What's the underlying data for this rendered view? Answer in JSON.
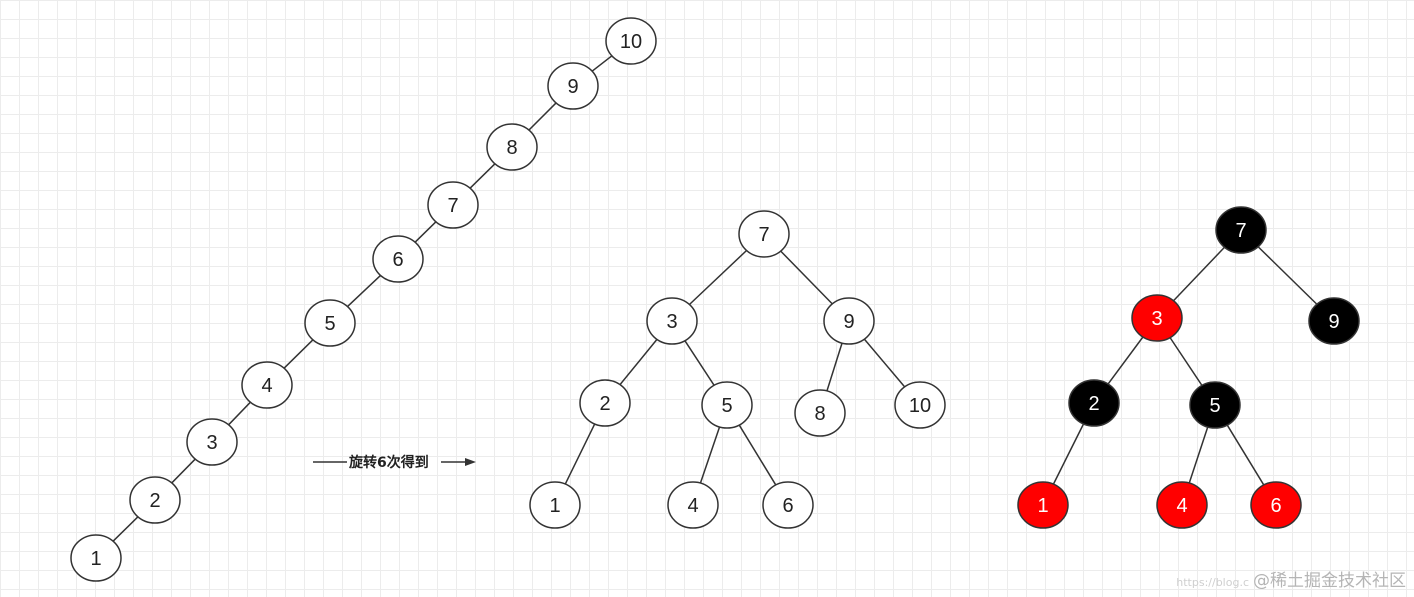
{
  "colors": {
    "white_fill": "#ffffff",
    "white_text": "#222222",
    "red_fill": "#ff0000",
    "red_text": "#ffffff",
    "black_fill": "#000000",
    "black_text": "#ffffff",
    "stroke": "#333333"
  },
  "chain": {
    "nodes": [
      {
        "id": "c10",
        "label": "10"
      },
      {
        "id": "c9",
        "label": "9"
      },
      {
        "id": "c8",
        "label": "8"
      },
      {
        "id": "c7",
        "label": "7"
      },
      {
        "id": "c6",
        "label": "6"
      },
      {
        "id": "c5",
        "label": "5"
      },
      {
        "id": "c4",
        "label": "4"
      },
      {
        "id": "c3",
        "label": "3"
      },
      {
        "id": "c2",
        "label": "2"
      },
      {
        "id": "c1",
        "label": "1"
      }
    ],
    "edges": [
      [
        "c10",
        "c9"
      ],
      [
        "c9",
        "c8"
      ],
      [
        "c8",
        "c7"
      ],
      [
        "c7",
        "c6"
      ],
      [
        "c6",
        "c5"
      ],
      [
        "c5",
        "c4"
      ],
      [
        "c4",
        "c3"
      ],
      [
        "c3",
        "c2"
      ],
      [
        "c2",
        "c1"
      ]
    ]
  },
  "arrow": {
    "label": "旋转6次得到"
  },
  "balanced": {
    "nodes": [
      {
        "id": "b7",
        "label": "7"
      },
      {
        "id": "b3",
        "label": "3"
      },
      {
        "id": "b9",
        "label": "9"
      },
      {
        "id": "b2",
        "label": "2"
      },
      {
        "id": "b5",
        "label": "5"
      },
      {
        "id": "b8",
        "label": "8"
      },
      {
        "id": "b10",
        "label": "10"
      },
      {
        "id": "b1",
        "label": "1"
      },
      {
        "id": "b4",
        "label": "4"
      },
      {
        "id": "b6",
        "label": "6"
      }
    ],
    "edges": [
      [
        "b7",
        "b3"
      ],
      [
        "b7",
        "b9"
      ],
      [
        "b3",
        "b2"
      ],
      [
        "b3",
        "b5"
      ],
      [
        "b9",
        "b8"
      ],
      [
        "b9",
        "b10"
      ],
      [
        "b2",
        "b1"
      ],
      [
        "b5",
        "b4"
      ],
      [
        "b5",
        "b6"
      ]
    ]
  },
  "redblack": {
    "nodes": [
      {
        "id": "r7",
        "label": "7",
        "color": "black"
      },
      {
        "id": "r3",
        "label": "3",
        "color": "red"
      },
      {
        "id": "r9",
        "label": "9",
        "color": "black"
      },
      {
        "id": "r2",
        "label": "2",
        "color": "black"
      },
      {
        "id": "r5",
        "label": "5",
        "color": "black"
      },
      {
        "id": "r1",
        "label": "1",
        "color": "red"
      },
      {
        "id": "r4",
        "label": "4",
        "color": "red"
      },
      {
        "id": "r6",
        "label": "6",
        "color": "red"
      }
    ],
    "edges": [
      [
        "r7",
        "r3"
      ],
      [
        "r7",
        "r9"
      ],
      [
        "r3",
        "r2"
      ],
      [
        "r3",
        "r5"
      ],
      [
        "r2",
        "r1"
      ],
      [
        "r5",
        "r4"
      ],
      [
        "r5",
        "r6"
      ]
    ]
  },
  "watermark": {
    "url": "https://blog.c",
    "text": "@稀土掘金技术社区"
  }
}
